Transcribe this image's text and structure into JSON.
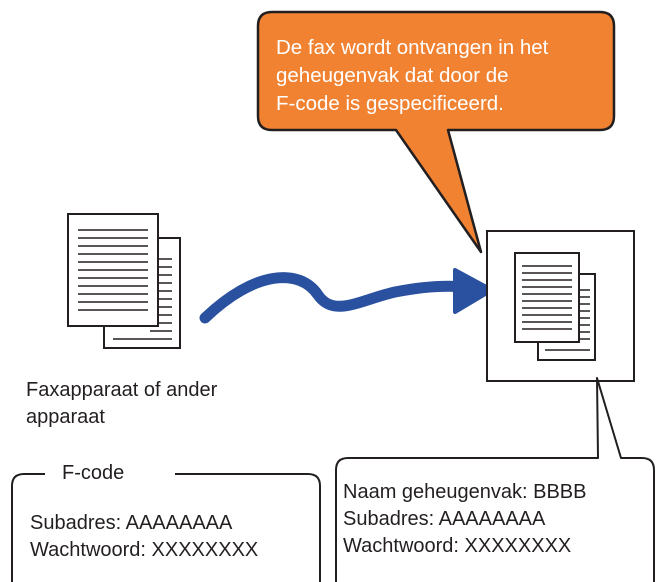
{
  "callout": {
    "line1": "De fax wordt ontvangen in het",
    "line2": "geheugenvak dat door de",
    "line3": "F-code is gespecificeerd."
  },
  "sender": {
    "label_line1": "Faxapparaat of ander",
    "label_line2": "apparaat"
  },
  "fcode": {
    "title": "F-code",
    "subaddress": "Subadres: AAAAAAAA",
    "password": "Wachtwoord: XXXXXXXX"
  },
  "memory_box": {
    "name": "Naam geheugenvak: BBBB",
    "subaddress": "Subadres: AAAAAAAA",
    "password": "Wachtwoord: XXXXXXXX"
  },
  "colors": {
    "callout_fill": "#f08232",
    "arrow": "#2a50a0",
    "line": "#231f20"
  }
}
